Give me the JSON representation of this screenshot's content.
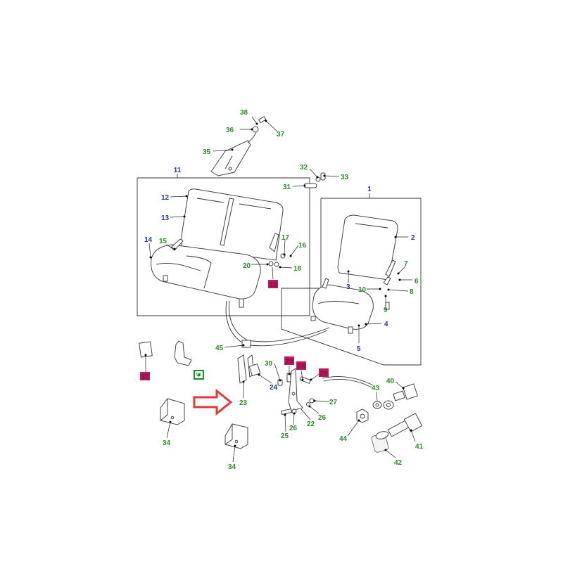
{
  "colors": {
    "green": "#2e8b2e",
    "blue": "#1f3a93",
    "magenta_box": "#c2185b",
    "green_box": "#1b8a2a",
    "arrow": "#e53935"
  },
  "callouts": {
    "c1": "1",
    "c2": "2",
    "c3": "3",
    "c4": "4",
    "c5": "5",
    "c6": "6",
    "c7": "7",
    "c8": "8",
    "c9": "9",
    "c10": "10",
    "c11": "11",
    "c12": "12",
    "c13": "13",
    "c14": "14",
    "c15": "15",
    "c16": "16",
    "c17": "17",
    "c18": "18",
    "c20": "20",
    "c22": "22",
    "c23": "23",
    "c24": "24",
    "c25": "25",
    "c26a": "26",
    "c26b": "26",
    "c27": "27",
    "c30": "30",
    "c31": "31",
    "c32": "32",
    "c33": "33",
    "c34a": "34",
    "c34b": "34",
    "c35": "35",
    "c36": "36",
    "c37": "37",
    "c38": "38",
    "c40": "40",
    "c41": "41",
    "c42": "42",
    "c43": "43",
    "c44": "44",
    "c45": "45"
  },
  "boxed_callouts": {
    "b19": "19",
    "b33": "33",
    "b21": "21",
    "b29": "29",
    "b28": "28",
    "b28b": "28"
  },
  "pointer": {
    "direction": "right",
    "target": "23"
  }
}
